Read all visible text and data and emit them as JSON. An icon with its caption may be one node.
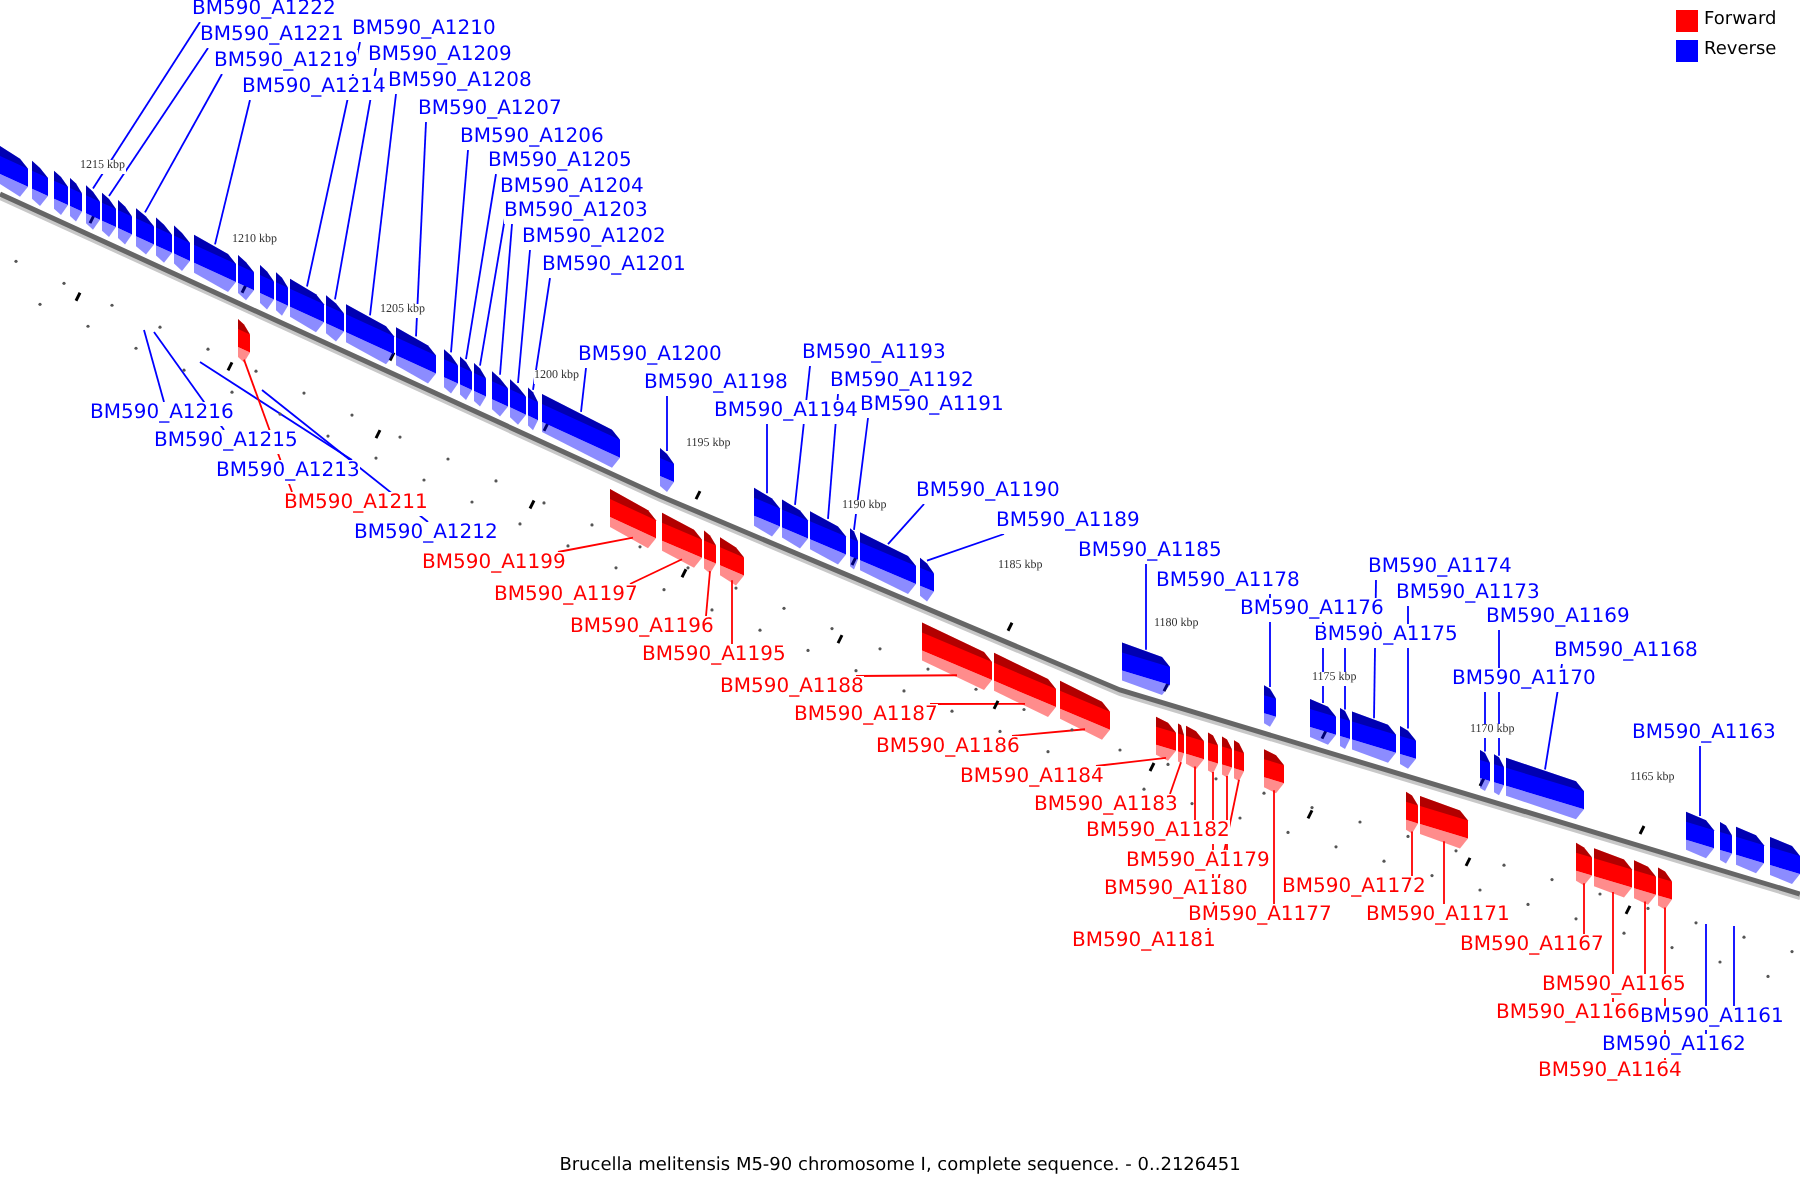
{
  "diagram": {
    "caption": "Brucella melitensis M5-90 chromosome I, complete sequence. - 0..2126451",
    "nodes": [
      {
        "text": [
          "BM590_A1222"
        ]
      },
      {
        "text": [
          "BM590_A1221"
        ]
      },
      {
        "text": [
          "BM590_A1219"
        ]
      },
      {
        "text": [
          "BM590_A1214"
        ]
      },
      {
        "text": [
          "BM590_A1210"
        ]
      },
      {
        "text": [
          "BM590_A1209"
        ]
      },
      {
        "text": [
          "BM590_A1208"
        ]
      },
      {
        "text": [
          "BM590_A1207"
        ]
      },
      {
        "text": [
          "BM590_A1206"
        ]
      },
      {
        "text": [
          "BM590_A1205"
        ]
      },
      {
        "text": [
          "BM590_A1204"
        ]
      },
      {
        "text": [
          "BM590_A1203"
        ]
      },
      {
        "text": [
          "BM590_A1202"
        ]
      },
      {
        "text": [
          "BM590_A1201"
        ]
      },
      {
        "text": [
          "BM590_A1200"
        ]
      },
      {
        "text": [
          "BM590_A1198"
        ]
      },
      {
        "text": [
          "BM590_A1194"
        ]
      },
      {
        "text": [
          "BM590_A1193"
        ]
      },
      {
        "text": [
          "BM590_A1192"
        ]
      },
      {
        "text": [
          "BM590_A1191"
        ]
      },
      {
        "text": [
          "BM590_A1190"
        ]
      },
      {
        "text": [
          "BM590_A1189"
        ]
      },
      {
        "text": [
          "BM590_A1185"
        ]
      },
      {
        "text": [
          "BM590_A1178"
        ]
      },
      {
        "text": [
          "BM590_A1176"
        ]
      },
      {
        "text": [
          "BM590_A1175"
        ]
      },
      {
        "text": [
          "BM590_A1174"
        ]
      },
      {
        "text": [
          "BM590_A1173"
        ]
      },
      {
        "text": [
          "BM590_A1169"
        ]
      },
      {
        "text": [
          "BM590_A1170"
        ]
      },
      {
        "text": [
          "BM590_A1168"
        ]
      },
      {
        "text": [
          "BM590_A1163"
        ]
      },
      {
        "text": [
          "BM590_A1216"
        ]
      },
      {
        "text": [
          "BM590_A1215"
        ]
      },
      {
        "text": [
          "BM590_A1213"
        ]
      },
      {
        "text": [
          "BM590_A1212"
        ]
      },
      {
        "text": [
          "BM590_A1161"
        ]
      },
      {
        "text": [
          "BM590_A1162"
        ]
      },
      {
        "text": [
          "BM590_A1211"
        ]
      },
      {
        "text": [
          "BM590_A1199"
        ]
      },
      {
        "text": [
          "BM590_A1197"
        ]
      },
      {
        "text": [
          "BM590_A1196"
        ]
      },
      {
        "text": [
          "BM590_A1195"
        ]
      },
      {
        "text": [
          "BM590_A1188"
        ]
      },
      {
        "text": [
          "BM590_A1187"
        ]
      },
      {
        "text": [
          "BM590_A1186"
        ]
      },
      {
        "text": [
          "BM590_A1184"
        ]
      },
      {
        "text": [
          "BM590_A1183"
        ]
      },
      {
        "text": [
          "BM590_A1182"
        ]
      },
      {
        "text": [
          "BM590_A1179"
        ]
      },
      {
        "text": [
          "BM590_A1180"
        ]
      },
      {
        "text": [
          "BM590_A1177"
        ]
      },
      {
        "text": [
          "BM590_A1181"
        ]
      },
      {
        "text": [
          "BM590_A1172"
        ]
      },
      {
        "text": [
          "BM590_A1171"
        ]
      },
      {
        "text": [
          "BM590_A1167"
        ]
      },
      {
        "text": [
          "BM590_A1165"
        ]
      },
      {
        "text": [
          "BM590_A1166"
        ]
      },
      {
        "text": [
          "BM590_A1164"
        ]
      },
      {
        "text": [],
        "shape": "arrow"
      },
      {
        "text": [],
        "shape": "arrow"
      },
      {
        "text": [],
        "shape": "arrow"
      },
      {
        "text": [],
        "shape": "arrow"
      },
      {
        "text": [],
        "shape": "arrow"
      },
      {
        "text": [],
        "shape": "arrow"
      },
      {
        "text": [],
        "shape": "arrow"
      },
      {
        "text": [],
        "shape": "arrow"
      },
      {
        "text": [],
        "shape": "arrow"
      },
      {
        "text": [],
        "shape": "arrow"
      },
      {
        "text": [],
        "shape": "arrow"
      },
      {
        "text": [],
        "shape": "arrow"
      },
      {
        "text": [],
        "shape": "arrow"
      },
      {
        "text": [],
        "shape": "arrow"
      },
      {
        "text": [],
        "shape": "arrow"
      },
      {
        "text": [],
        "shape": "arrow"
      },
      {
        "text": [],
        "shape": "arrow"
      },
      {
        "text": [],
        "shape": "arrow"
      },
      {
        "text": [],
        "shape": "arrow"
      },
      {
        "text": [],
        "shape": "arrow"
      },
      {
        "text": [],
        "shape": "arrow"
      },
      {
        "text": [],
        "shape": "arrow"
      },
      {
        "text": [],
        "shape": "arrow"
      },
      {
        "text": [],
        "shape": "arrow"
      },
      {
        "text": [],
        "shape": "arrow"
      },
      {
        "text": [],
        "shape": "arrow"
      },
      {
        "text": [],
        "shape": "arrow"
      },
      {
        "text": [],
        "shape": "arrow"
      },
      {
        "text": [],
        "shape": "arrow"
      },
      {
        "text": [],
        "shape": "arrow"
      },
      {
        "text": [],
        "shape": "arrow"
      },
      {
        "text": [],
        "shape": "arrow"
      },
      {
        "text": [],
        "shape": "arrow"
      },
      {
        "text": [],
        "shape": "arrow"
      },
      {
        "text": [],
        "shape": "arrow"
      },
      {
        "text": [],
        "shape": "arrow"
      },
      {
        "text": [],
        "shape": "arrow"
      },
      {
        "text": [],
        "shape": "arrow"
      },
      {
        "text": [],
        "shape": "arrow"
      },
      {
        "text": [],
        "shape": "arrow"
      },
      {
        "text": [],
        "shape": "arrow"
      },
      {
        "text": [],
        "shape": "arrow"
      },
      {
        "text": [],
        "shape": "arrow"
      },
      {
        "text": [],
        "shape": "arrow"
      },
      {
        "text": [],
        "shape": "arrow"
      },
      {
        "text": [],
        "shape": "arrow"
      },
      {
        "text": [],
        "shape": "arrow"
      },
      {
        "text": [],
        "shape": "arrow"
      },
      {
        "text": [],
        "shape": "arrow"
      },
      {
        "text": [],
        "shape": "arrow"
      },
      {
        "text": [],
        "shape": "arrow"
      },
      {
        "text": [],
        "shape": "arrow"
      },
      {
        "text": [],
        "shape": "arrow"
      },
      {
        "text": [],
        "shape": "arrow"
      },
      {
        "text": [],
        "shape": "arrow"
      },
      {
        "text": [],
        "shape": "arrow"
      },
      {
        "text": [],
        "shape": "arrow"
      },
      {
        "text": [],
        "shape": "arrow"
      },
      {
        "text": [],
        "shape": "arrow"
      },
      {
        "text": [],
        "shape": "arrow"
      },
      {
        "text": [],
        "shape": "arrow"
      },
      {
        "text": [],
        "shape": "arrow"
      },
      {
        "text": [],
        "shape": "arrow"
      },
      {
        "text": [],
        "shape": "arrow"
      },
      {
        "text": [],
        "shape": "arrow"
      },
      {
        "text": [],
        "shape": "arrow"
      }
    ],
    "edges": [
      {
        "from": 0,
        "to": 63,
        "arrow": "none"
      },
      {
        "from": 1,
        "to": 64,
        "arrow": "none"
      },
      {
        "from": 2,
        "to": 66,
        "arrow": "none"
      },
      {
        "from": 3,
        "to": 69,
        "arrow": "none"
      },
      {
        "from": 4,
        "to": 73,
        "arrow": "none"
      },
      {
        "from": 5,
        "to": 74,
        "arrow": "none"
      },
      {
        "from": 6,
        "to": 75,
        "arrow": "none"
      },
      {
        "from": 7,
        "to": 76,
        "arrow": "none"
      },
      {
        "from": 8,
        "to": 77,
        "arrow": "none"
      },
      {
        "from": 9,
        "to": 78,
        "arrow": "none"
      },
      {
        "from": 10,
        "to": 79,
        "arrow": "none"
      },
      {
        "from": 11,
        "to": 80,
        "arrow": "none"
      },
      {
        "from": 12,
        "to": 81,
        "arrow": "none"
      },
      {
        "from": 13,
        "to": 82,
        "arrow": "none"
      },
      {
        "from": 14,
        "to": 83,
        "arrow": "none"
      },
      {
        "from": 15,
        "to": 84,
        "arrow": "none"
      },
      {
        "from": 16,
        "to": 85,
        "arrow": "none"
      },
      {
        "from": 17,
        "to": 86,
        "arrow": "none"
      },
      {
        "from": 18,
        "to": 87,
        "arrow": "none"
      },
      {
        "from": 19,
        "to": 88,
        "arrow": "none"
      },
      {
        "from": 20,
        "to": 89,
        "arrow": "none"
      },
      {
        "from": 21,
        "to": 90,
        "arrow": "none"
      },
      {
        "from": 22,
        "to": 91,
        "arrow": "none"
      },
      {
        "from": 23,
        "to": 92,
        "arrow": "none"
      },
      {
        "from": 24,
        "to": 93,
        "arrow": "none"
      },
      {
        "from": 25,
        "to": 94,
        "arrow": "none"
      },
      {
        "from": 26,
        "to": 95,
        "arrow": "none"
      },
      {
        "from": 27,
        "to": 96,
        "arrow": "none"
      },
      {
        "from": 28,
        "to": 98,
        "arrow": "none"
      },
      {
        "from": 29,
        "to": 97,
        "arrow": "none"
      },
      {
        "from": 30,
        "to": 99,
        "arrow": "none"
      },
      {
        "from": 31,
        "to": 100,
        "arrow": "none"
      },
      {
        "from": 32,
        "to": null,
        "arrow": "none"
      },
      {
        "from": 33,
        "to": null,
        "arrow": "none"
      },
      {
        "from": 34,
        "to": null,
        "arrow": "none"
      },
      {
        "from": 35,
        "to": null,
        "arrow": "none"
      },
      {
        "from": 36,
        "to": null,
        "arrow": "none"
      },
      {
        "from": 37,
        "to": null,
        "arrow": "none"
      },
      {
        "from": 38,
        "to": 104,
        "arrow": "none",
        "color": "#ff0000"
      },
      {
        "from": 39,
        "to": 105,
        "arrow": "none",
        "color": "#ff0000"
      },
      {
        "from": 40,
        "to": 106,
        "arrow": "none",
        "color": "#ff0000"
      },
      {
        "from": 41,
        "to": 107,
        "arrow": "none",
        "color": "#ff0000"
      },
      {
        "from": 42,
        "to": 108,
        "arrow": "none",
        "color": "#ff0000"
      },
      {
        "from": 43,
        "to": 109,
        "arrow": "none",
        "color": "#ff0000"
      },
      {
        "from": 44,
        "to": 110,
        "arrow": "none",
        "color": "#ff0000"
      },
      {
        "from": 45,
        "to": 111,
        "arrow": "none",
        "color": "#ff0000"
      },
      {
        "from": 46,
        "to": 112,
        "arrow": "none",
        "color": "#ff0000"
      },
      {
        "from": 47,
        "to": 113,
        "arrow": "none",
        "color": "#ff0000"
      },
      {
        "from": 48,
        "to": 114,
        "arrow": "none",
        "color": "#ff0000"
      },
      {
        "from": 49,
        "to": 116,
        "arrow": "none",
        "color": "#ff0000"
      },
      {
        "from": 50,
        "to": 115,
        "arrow": "none",
        "color": "#ff0000"
      },
      {
        "from": 51,
        "to": 118,
        "arrow": "none",
        "color": "#ff0000"
      },
      {
        "from": 52,
        "to": 117,
        "arrow": "none",
        "color": "#ff0000"
      },
      {
        "from": 53,
        "to": 119,
        "arrow": "none",
        "color": "#ff0000"
      },
      {
        "from": 54,
        "to": 120,
        "arrow": "none",
        "color": "#ff0000"
      },
      {
        "from": 55,
        "to": 121,
        "arrow": "none",
        "color": "#ff0000"
      },
      {
        "from": 56,
        "to": 123,
        "arrow": "none",
        "color": "#ff0000"
      },
      {
        "from": 57,
        "to": 122,
        "arrow": "none",
        "color": "#ff0000"
      },
      {
        "from": 58,
        "to": 124,
        "arrow": "none",
        "color": "#ff0000"
      }
    ],
    "labels": [
      "1215 kbp",
      "1210 kbp",
      "1205 kbp",
      "1200 kbp",
      "1195 kbp",
      "1190 kbp",
      "1185 kbp",
      "1180 kbp",
      "1175 kbp",
      "1170 kbp",
      "1165 kbp"
    ],
    "legend": [
      {
        "text": "Forward",
        "color": "#ff0000"
      },
      {
        "text": "Reverse",
        "color": "#0000ff"
      }
    ]
  }
}
